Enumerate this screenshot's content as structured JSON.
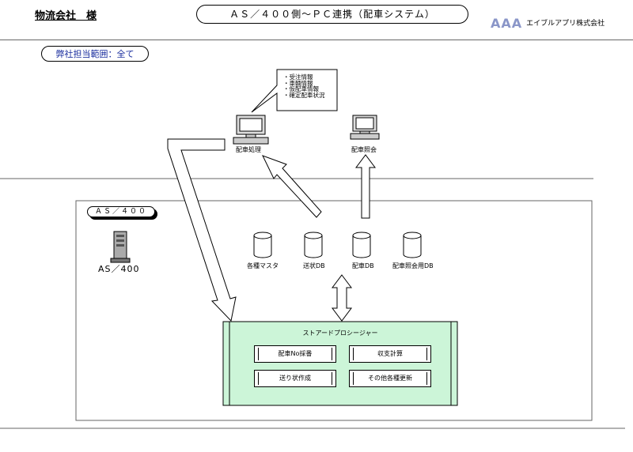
{
  "header": {
    "company": "物流会社　様",
    "title": "ＡＳ／４００側～ＰＣ連携（配車システム）",
    "vendor_logo": "AAA",
    "vendor_name": "エイブルアプリ株式会社"
  },
  "scope_label": "弊社担当範囲：全て",
  "callout": {
    "items": [
      "・受注情報",
      "・車輌情報",
      "・仮配車情報",
      "・確定配車状況"
    ]
  },
  "pcs": {
    "dispatch_label": "配車処理",
    "inquiry_label": "配車照会"
  },
  "as400": {
    "tag": "ＡＳ／４００",
    "server_label": "AS／400"
  },
  "databases": [
    "各種マスタ",
    "送状DB",
    "配車DB",
    "配車照会用DB"
  ],
  "stored_procedure": {
    "title": "ストアードプロシージャー",
    "buttons": [
      "配車No採番",
      "収支計算",
      "送り状作成",
      "その他各種更新"
    ]
  }
}
